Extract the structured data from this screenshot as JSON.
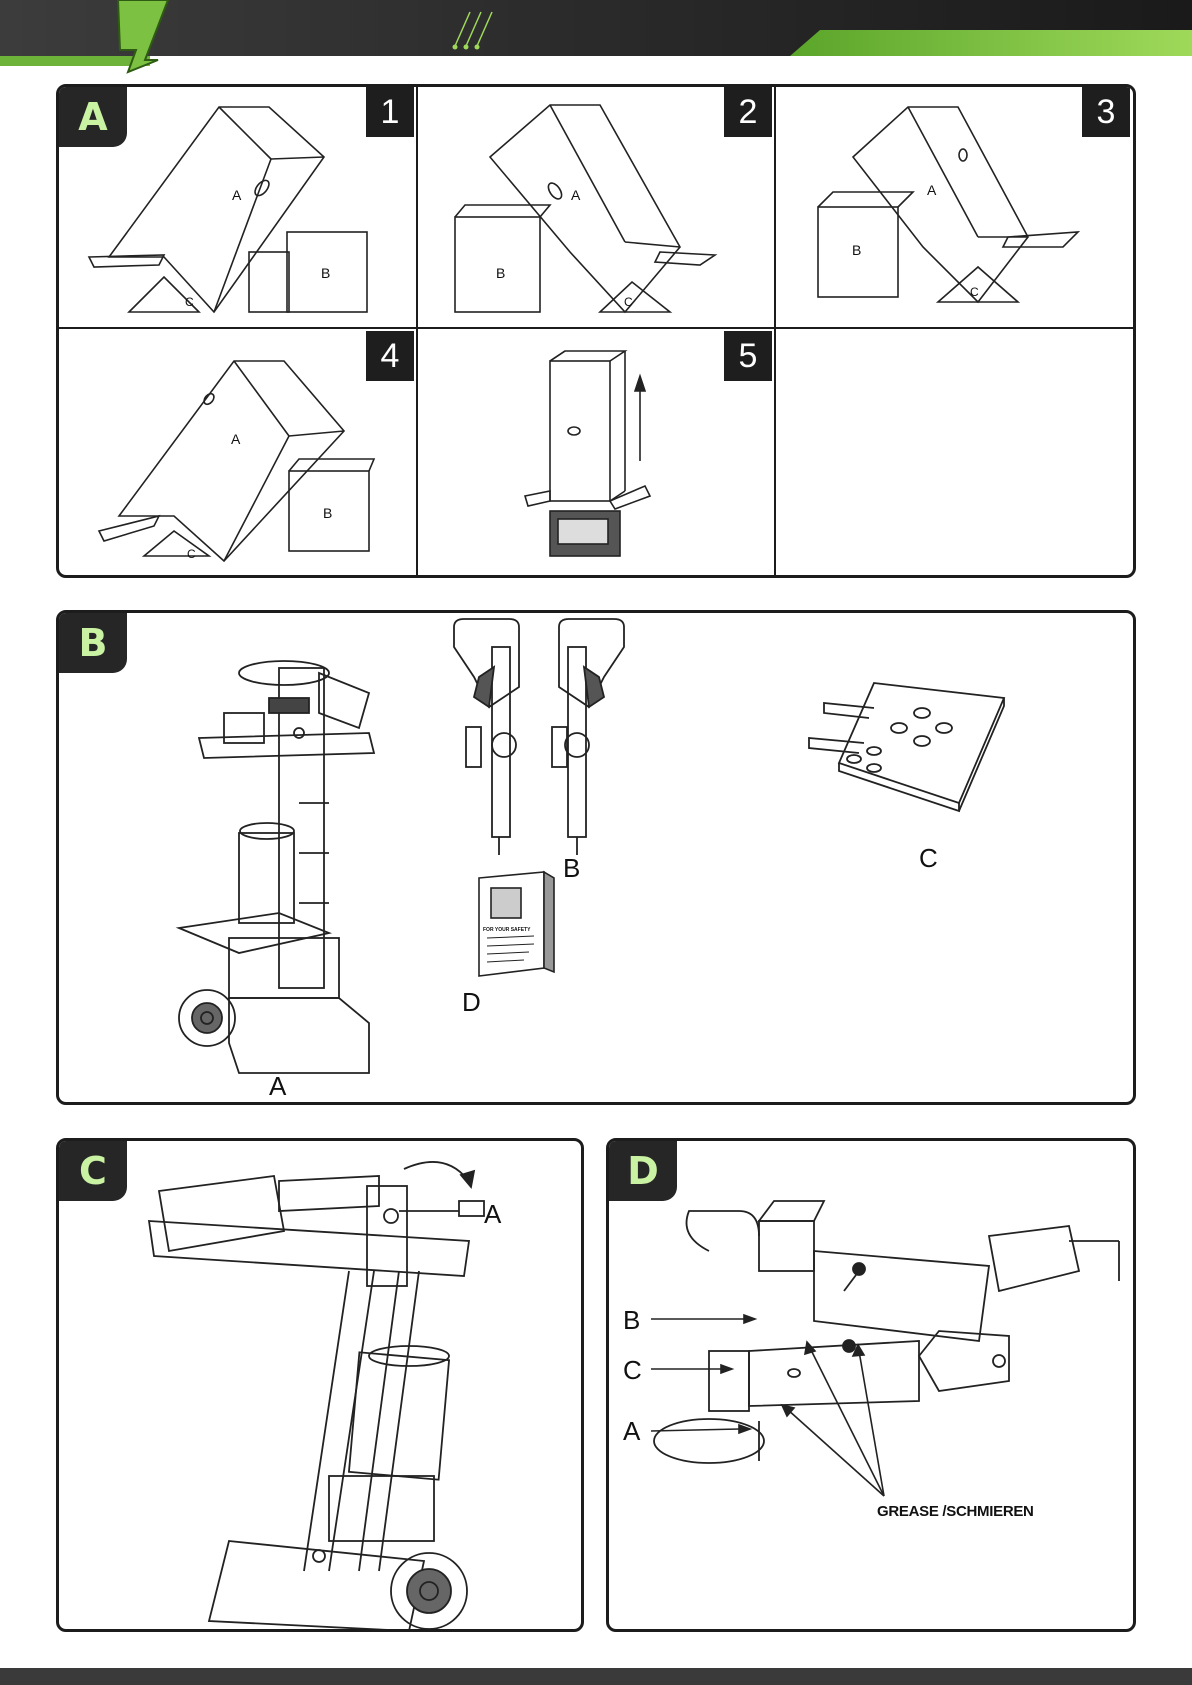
{
  "brand": {
    "accent": "#7dc142",
    "dark": "#2b2b2b",
    "icon": "lightning-bolt-logo"
  },
  "panels": {
    "A": {
      "badge": "A",
      "steps": [
        "1",
        "2",
        "3",
        "4",
        "5"
      ],
      "box_labels": {
        "a": "A",
        "b": "B",
        "c": "C"
      }
    },
    "B": {
      "badge": "B",
      "parts": {
        "a": "A",
        "b": "B",
        "c": "C",
        "d": "D"
      },
      "booklet_title": "FOR YOUR SAFETY"
    },
    "C": {
      "badge": "C",
      "arrow_label": "A"
    },
    "D": {
      "badge": "D",
      "callouts": {
        "b": "B",
        "c": "C",
        "a": "A"
      },
      "grease_label": "GREASE /SCHMIEREN"
    }
  }
}
